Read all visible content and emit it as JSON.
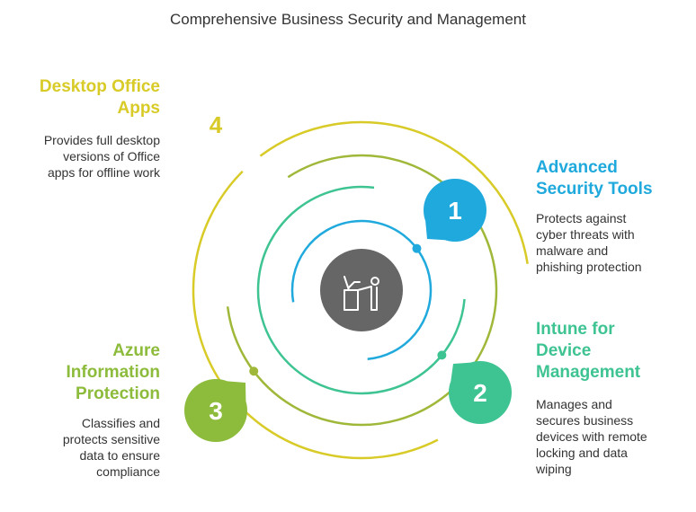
{
  "title": "Comprehensive Business Security and Management",
  "center_icon": "person-at-desk-icon",
  "colors": {
    "blue": "#1fa9dc",
    "teal": "#3ec392",
    "olive": "#a0b83a",
    "yellow": "#d8cb28",
    "green3": "#8dbb3b",
    "center": "#666666"
  },
  "items": [
    {
      "number": "1",
      "heading": "Advanced\nSecurity Tools",
      "description": "Protects against\ncyber threats with\nmalware and\nphishing protection"
    },
    {
      "number": "2",
      "heading": "Intune for\nDevice\nManagement",
      "description": "Manages and\nsecures business\ndevices with remote\nlocking and data\nwiping"
    },
    {
      "number": "3",
      "heading": "Azure\nInformation\nProtection",
      "description": "Classifies and\nprotects sensitive\ndata to ensure\ncompliance"
    },
    {
      "number": "4",
      "heading": "Desktop Office\nApps",
      "description": "Provides full desktop\nversions of Office\napps for offline work"
    }
  ]
}
